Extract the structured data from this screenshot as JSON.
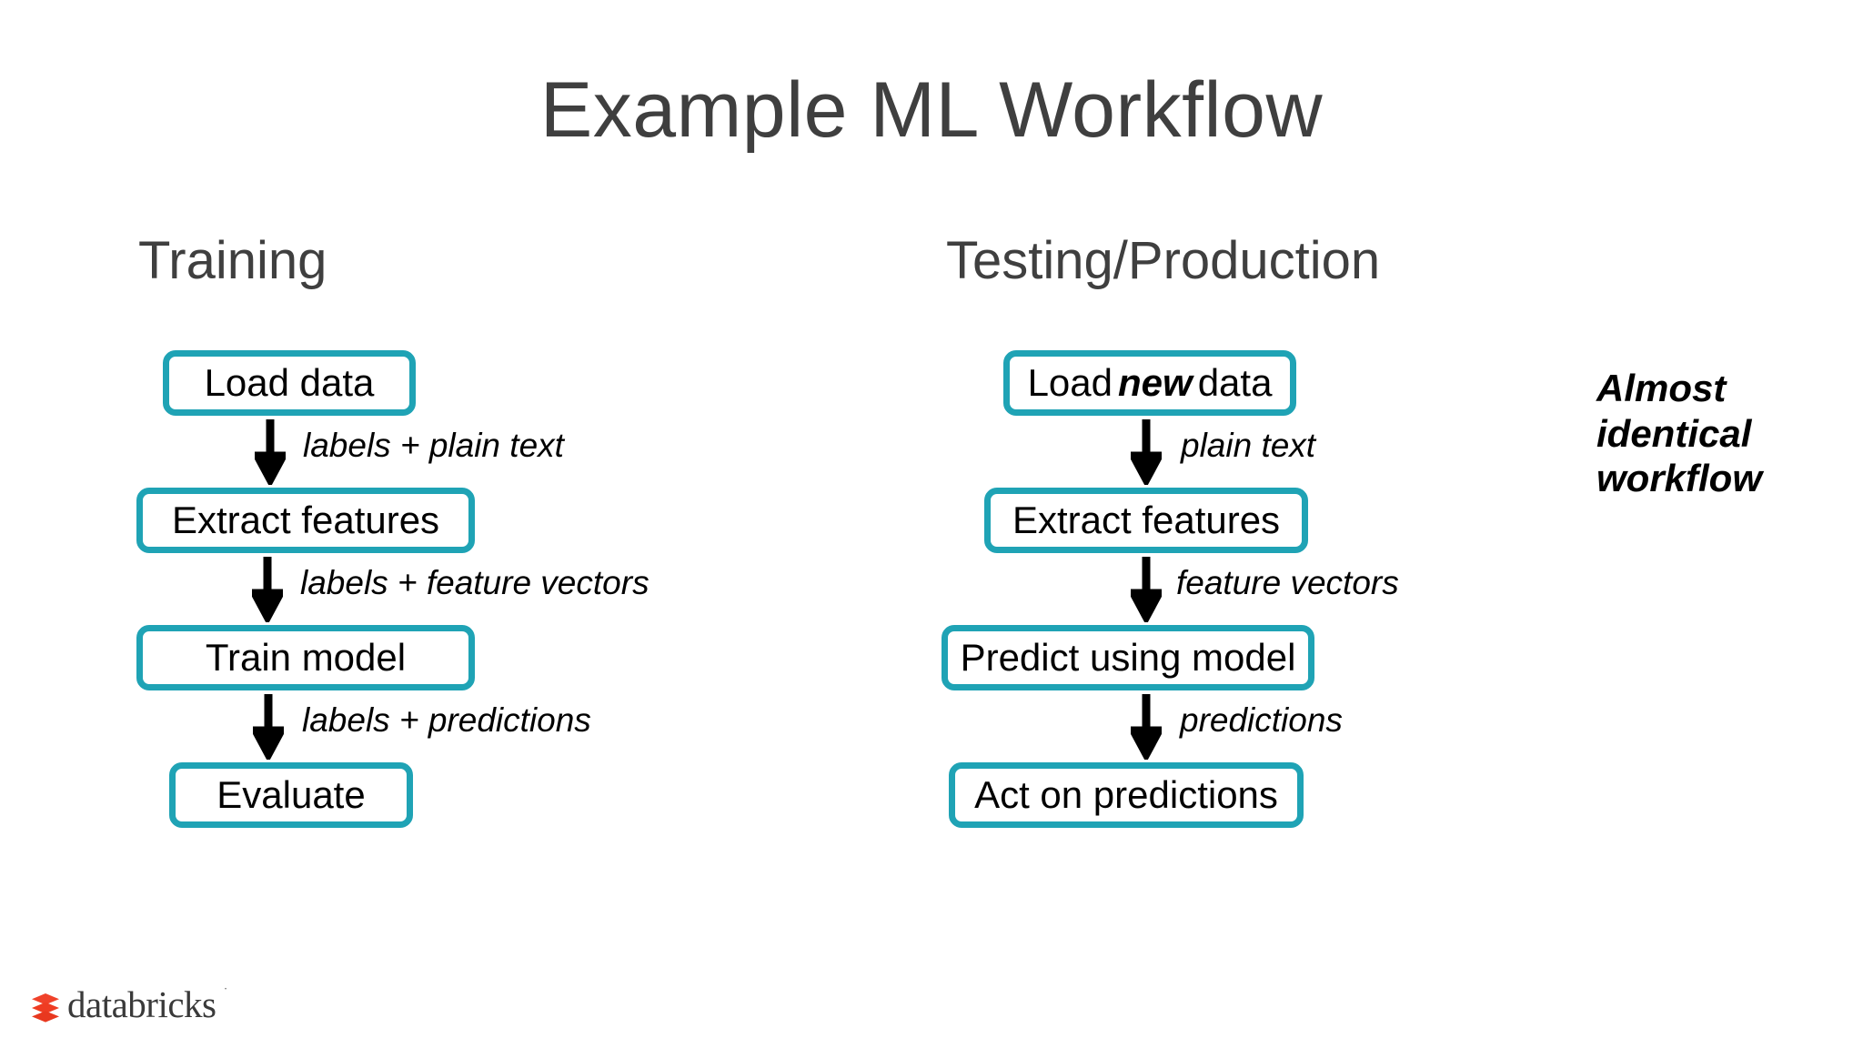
{
  "slide": {
    "title": "Example ML Workflow",
    "accent_color": "#1fa3b5",
    "title_color": "#3f3f3f",
    "background_color": "#ffffff"
  },
  "columns": [
    {
      "heading": "Training",
      "steps": [
        {
          "label": "Load data"
        },
        {
          "label": "Extract features"
        },
        {
          "label": "Train model"
        },
        {
          "label": "Evaluate"
        }
      ],
      "edges": [
        {
          "label": "labels + plain text",
          "icon": "arrow-down-icon"
        },
        {
          "label": "labels + feature vectors",
          "icon": "arrow-down-icon"
        },
        {
          "label": "labels + predictions",
          "icon": "arrow-down-icon"
        }
      ]
    },
    {
      "heading": "Testing/Production",
      "steps": [
        {
          "label_prefix": "Load ",
          "label_emphasis": "new",
          "label_suffix": " data"
        },
        {
          "label": "Extract features"
        },
        {
          "label": "Predict using model"
        },
        {
          "label": "Act on predictions"
        }
      ],
      "edges": [
        {
          "label": "plain text",
          "icon": "arrow-down-icon"
        },
        {
          "label": "feature vectors",
          "icon": "arrow-down-icon"
        },
        {
          "label": "predictions",
          "icon": "arrow-down-icon"
        }
      ]
    }
  ],
  "side_note": "Almost identical workflow",
  "logo": {
    "wordmark": "databricks",
    "trademark": "˙",
    "mark_color": "#f0422a",
    "icon": "databricks-stack-icon"
  }
}
